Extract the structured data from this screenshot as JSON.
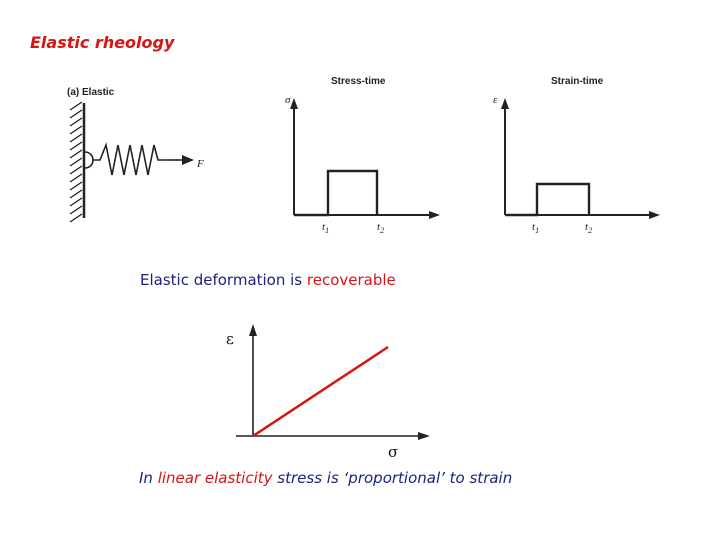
{
  "slide": {
    "title": "Elastic rheology"
  },
  "figure": {
    "panel_label": "(a) Elastic",
    "force_label": "F",
    "stress_plot": {
      "title": "Stress-time",
      "y_symbol": "σ",
      "t1": "t",
      "t1_sub": "1",
      "t2": "t",
      "t2_sub": "2"
    },
    "strain_plot": {
      "title": "Strain-time",
      "y_symbol": "ε",
      "t1": "t",
      "t1_sub": "1",
      "t2": "t",
      "t2_sub": "2"
    }
  },
  "caption1": {
    "prefix": "Elastic deformation is ",
    "highlight": "recoverable"
  },
  "linear_plot": {
    "y_label": "ε",
    "x_label": "σ",
    "line_color": "#d61515"
  },
  "caption2": {
    "p1": "In ",
    "p2": "linear elasticity",
    "p3": " stress is ‘proportional’ to strain"
  }
}
